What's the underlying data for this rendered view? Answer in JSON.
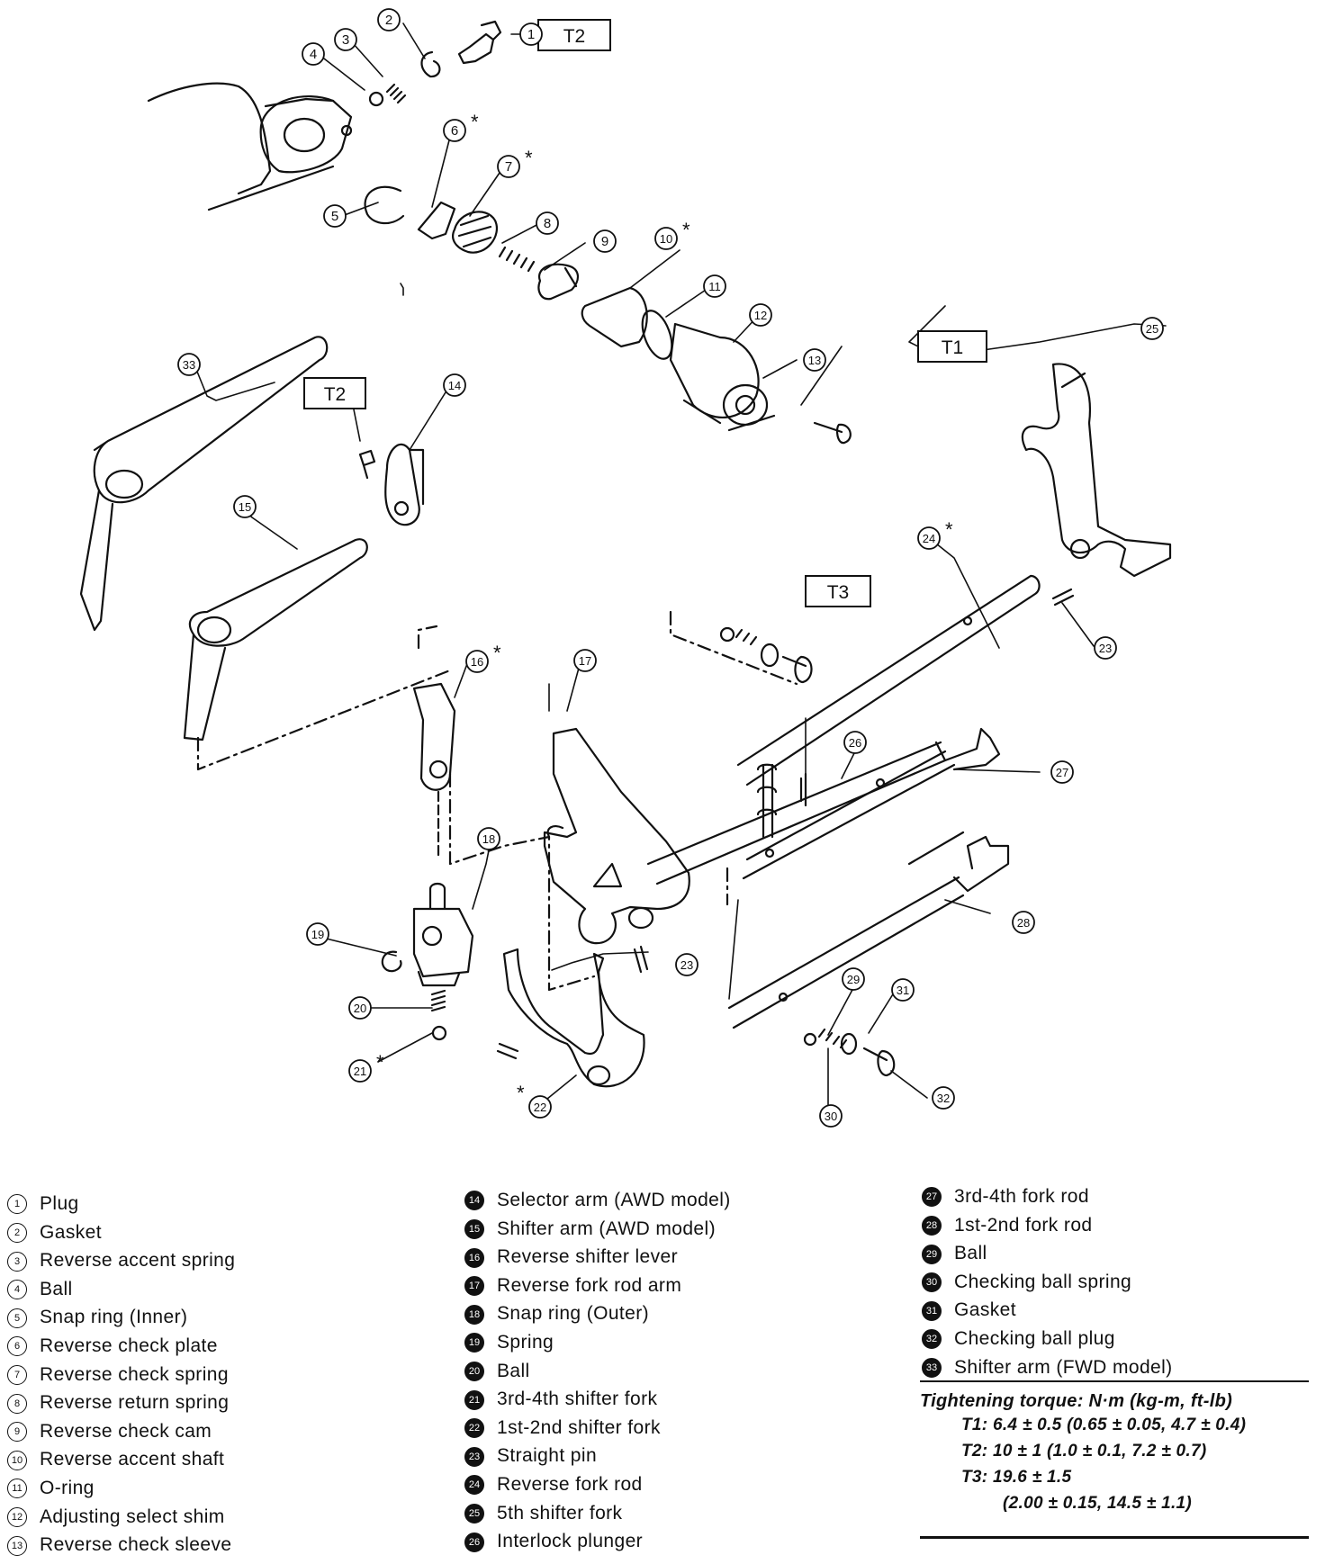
{
  "torque_boxes": {
    "t1": "T1",
    "t2a": "T2",
    "t2b": "T2",
    "t3": "T3"
  },
  "callouts": [
    "1",
    "2",
    "3",
    "4",
    "5",
    "6",
    "7",
    "8",
    "9",
    "10",
    "11",
    "12",
    "13",
    "14",
    "15",
    "16",
    "17",
    "18",
    "19",
    "20",
    "21",
    "22",
    "23",
    "23",
    "24",
    "25",
    "26",
    "27",
    "28",
    "29",
    "30",
    "31",
    "32",
    "33"
  ],
  "asterisk": "*",
  "legend": {
    "col1": [
      {
        "n": "1",
        "label": "Plug"
      },
      {
        "n": "2",
        "label": "Gasket"
      },
      {
        "n": "3",
        "label": "Reverse accent spring"
      },
      {
        "n": "4",
        "label": "Ball"
      },
      {
        "n": "5",
        "label": "Snap ring (Inner)"
      },
      {
        "n": "6",
        "label": "Reverse check plate"
      },
      {
        "n": "7",
        "label": "Reverse check spring"
      },
      {
        "n": "8",
        "label": "Reverse return spring"
      },
      {
        "n": "9",
        "label": "Reverse check cam"
      },
      {
        "n": "10",
        "label": "Reverse accent shaft"
      },
      {
        "n": "11",
        "label": "O-ring"
      },
      {
        "n": "12",
        "label": "Adjusting select shim"
      },
      {
        "n": "13",
        "label": "Reverse check sleeve"
      }
    ],
    "col2": [
      {
        "n": "14",
        "label": "Selector arm (AWD model)"
      },
      {
        "n": "15",
        "label": "Shifter arm (AWD model)"
      },
      {
        "n": "16",
        "label": "Reverse shifter lever"
      },
      {
        "n": "17",
        "label": "Reverse fork rod arm"
      },
      {
        "n": "18",
        "label": "Snap ring (Outer)"
      },
      {
        "n": "19",
        "label": "Spring"
      },
      {
        "n": "20",
        "label": "Ball"
      },
      {
        "n": "21",
        "label": "3rd-4th shifter fork"
      },
      {
        "n": "22",
        "label": "1st-2nd shifter fork"
      },
      {
        "n": "23",
        "label": "Straight pin"
      },
      {
        "n": "24",
        "label": "Reverse fork rod"
      },
      {
        "n": "25",
        "label": "5th shifter fork"
      },
      {
        "n": "26",
        "label": "Interlock plunger"
      }
    ],
    "col3": [
      {
        "n": "27",
        "label": "3rd-4th fork rod"
      },
      {
        "n": "28",
        "label": "1st-2nd fork rod"
      },
      {
        "n": "29",
        "label": "Ball"
      },
      {
        "n": "30",
        "label": "Checking ball spring"
      },
      {
        "n": "31",
        "label": "Gasket"
      },
      {
        "n": "32",
        "label": "Checking ball plug"
      },
      {
        "n": "33",
        "label": "Shifter arm (FWD model)"
      }
    ]
  },
  "torque": {
    "title": "Tightening torque: N·m (kg-m, ft-lb)",
    "t1": "T1: 6.4 ± 0.5 (0.65 ± 0.05, 4.7 ± 0.4)",
    "t2": "T2: 10 ± 1 (1.0 ± 0.1, 7.2 ± 0.7)",
    "t3": "T3: 19.6 ± 1.5",
    "t3_cont": "(2.00 ± 0.15, 14.5 ± 1.1)"
  }
}
